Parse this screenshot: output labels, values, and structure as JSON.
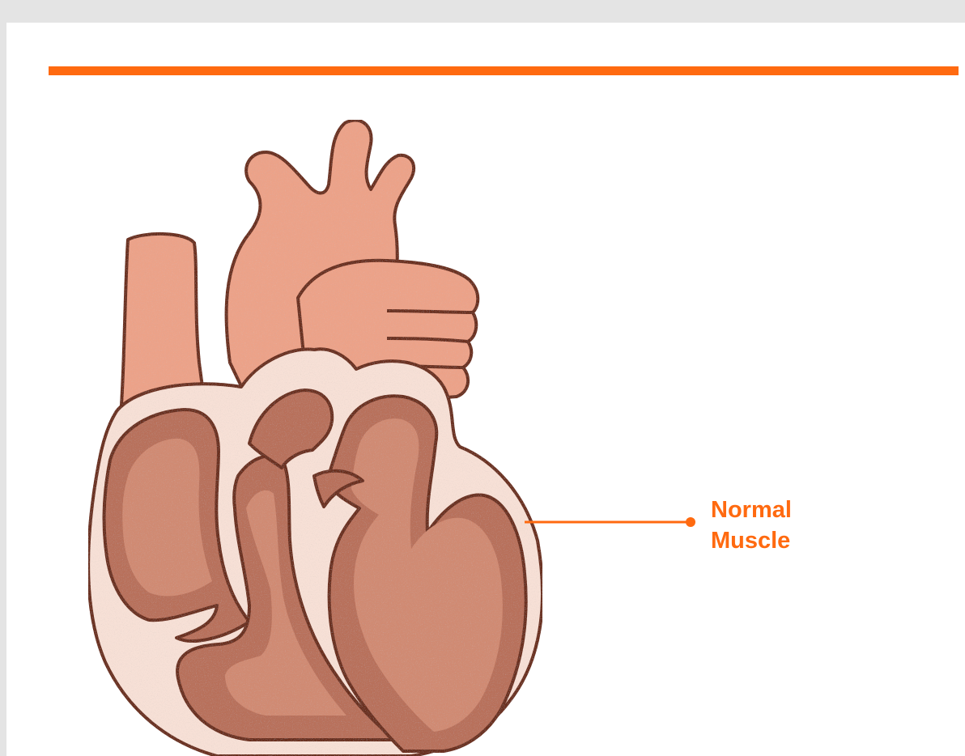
{
  "colors": {
    "page_background": "#e4e4e4",
    "panel_background": "#ffffff",
    "accent": "#ff6a10",
    "muscle_wall": "#f7e0d6",
    "vessel_fill": "#eca288",
    "chamber_fill": "#b8705a",
    "chamber_inner": "#d08a72",
    "outline": "#6a2e1e"
  },
  "diagram": {
    "subject": "heart-cross-section",
    "callout": {
      "line1": "Normal",
      "line2": "Muscle"
    }
  }
}
